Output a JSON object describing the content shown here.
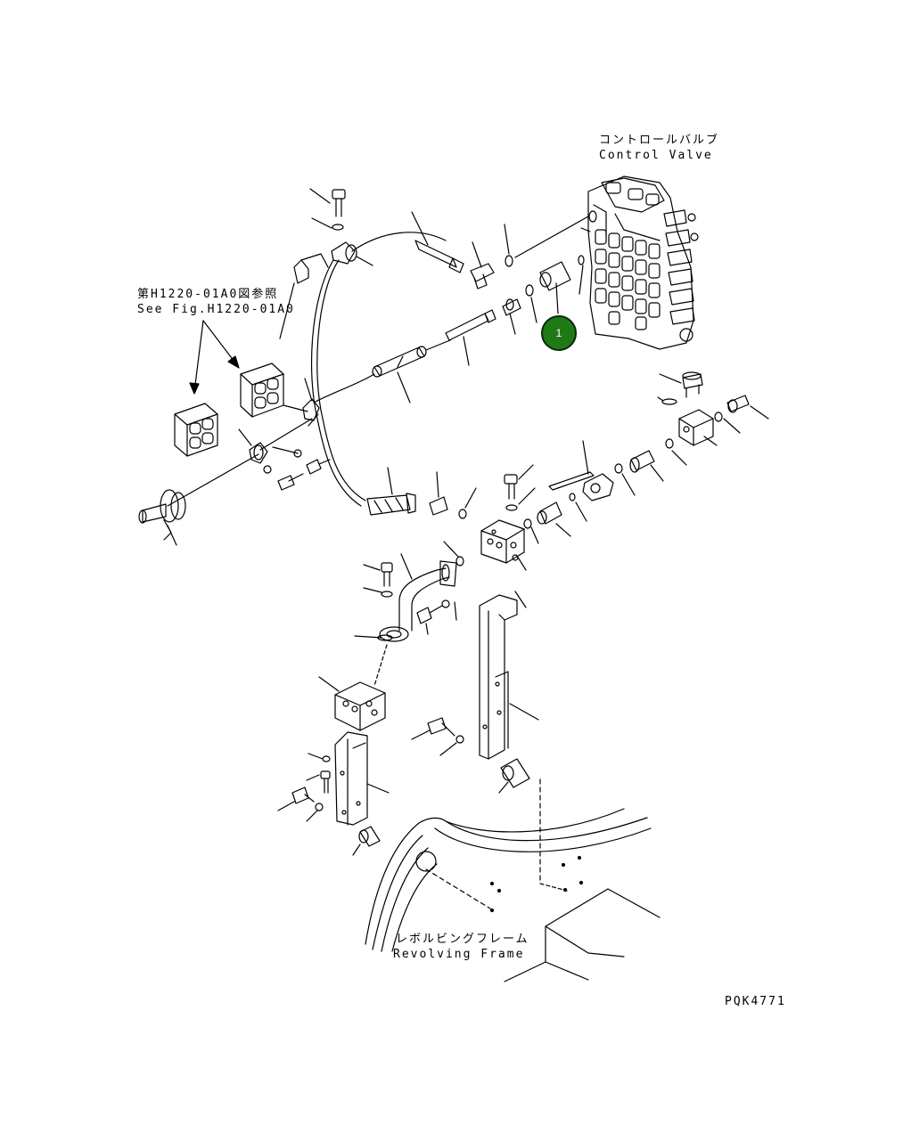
{
  "labels": {
    "control_valve_jp": "コントロールバルブ",
    "control_valve_en": "Control Valve",
    "see_fig_jp": "第H1220-01A0図参照",
    "see_fig_en": "See Fig.H1220-01A0",
    "frame_jp": "レボルビングフレーム",
    "frame_en": "Revolving Frame",
    "drawing_code": "PQK4771"
  },
  "callouts": [
    {
      "number": "1",
      "color": "#1f7a16"
    }
  ],
  "icons": [
    "parts-callout-badge"
  ]
}
